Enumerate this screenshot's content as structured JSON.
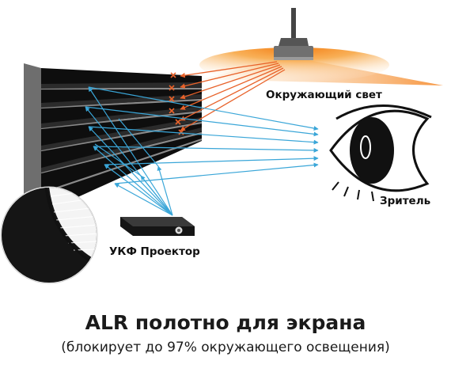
{
  "labels": {
    "ambient_light": "Окружающий свет",
    "viewer": "Зритель",
    "projector": "УКФ Проектор"
  },
  "title": "ALR полотно для экрана",
  "subtitle": "(блокирует до 97% окружающего освещения)",
  "colors": {
    "screen_panel": "#0e0e0e",
    "screen_frame": "#6a6a6a",
    "light_glow": "#f7941d",
    "ambient_ray": "#e8622a",
    "projector_ray": "#3aa6d8",
    "text": "#111111"
  },
  "icons": [
    "ceiling-lamp-icon",
    "eye-icon",
    "projector-icon",
    "screen-magnifier-icon"
  ]
}
